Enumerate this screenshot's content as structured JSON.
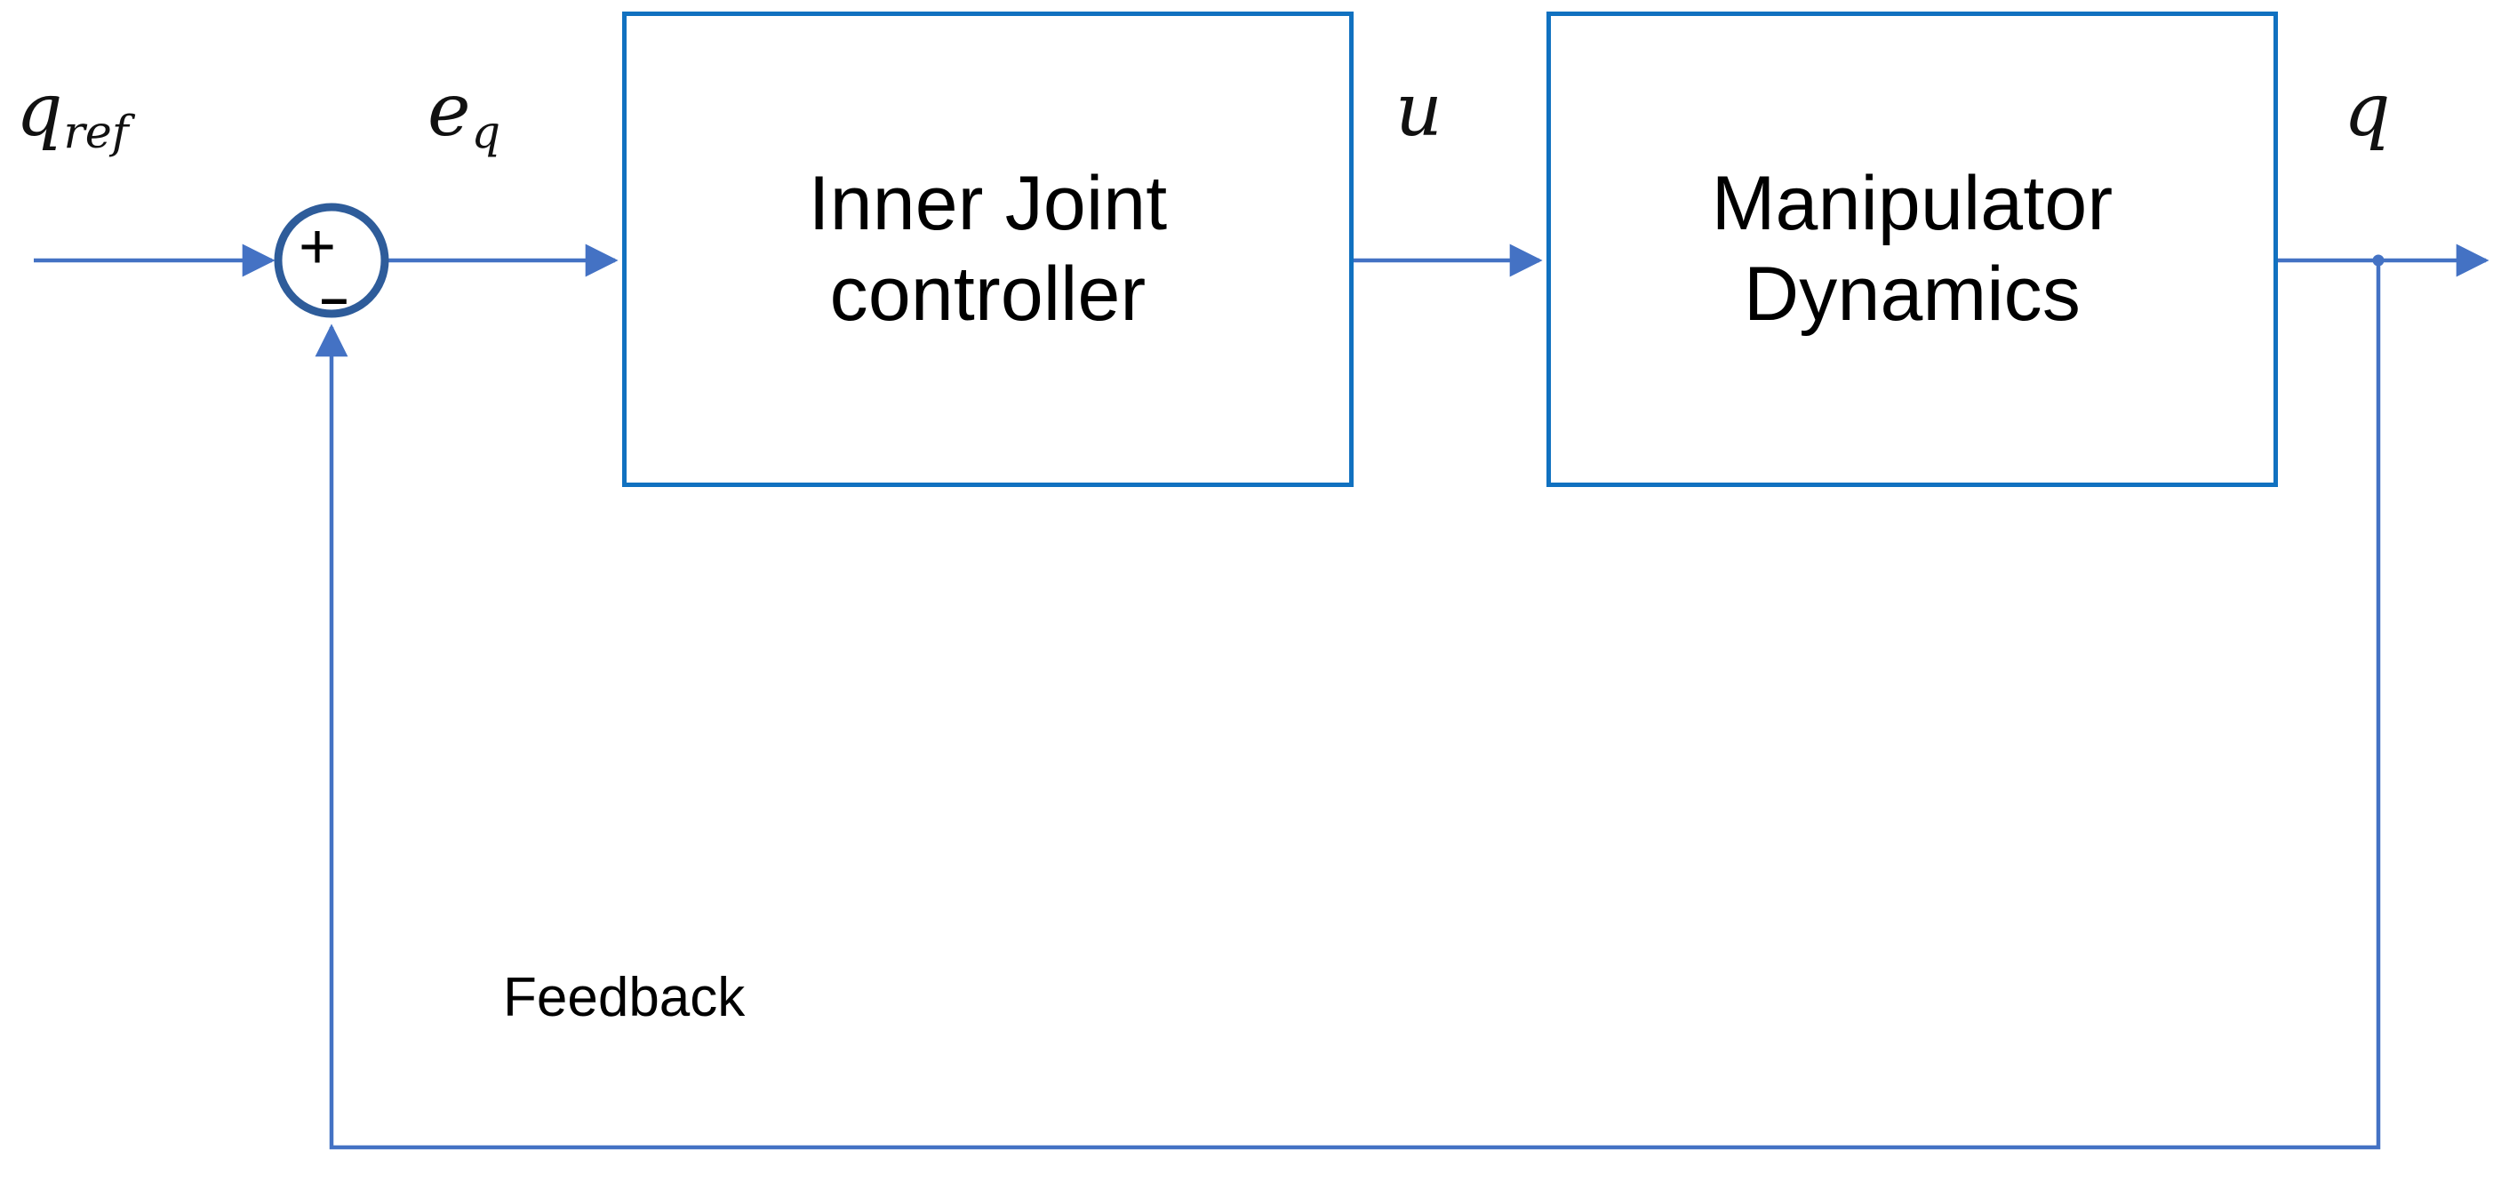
{
  "diagram": {
    "title": "Inner joint control loop block diagram",
    "colors": {
      "block_border": "#1171C0",
      "connector": "#4472C4",
      "sum_circle": "#2E5C9A",
      "text": "#000000",
      "background": "#ffffff"
    },
    "blocks": [
      {
        "id": "inner-joint-controller",
        "line1": "Inner Joint",
        "line2": "controller"
      },
      {
        "id": "manipulator-dynamics",
        "line1": "Manipulator",
        "line2": "Dynamics"
      }
    ],
    "summing_junction": {
      "plus_sign": "+",
      "minus_sign": "–",
      "plus_input": "q_ref",
      "minus_input": "feedback"
    },
    "signals": [
      {
        "id": "reference",
        "base": "q",
        "subscript": "ref"
      },
      {
        "id": "error",
        "base": "e",
        "subscript": "q"
      },
      {
        "id": "control",
        "base": "u",
        "subscript": ""
      },
      {
        "id": "output",
        "base": "q",
        "subscript": ""
      }
    ],
    "feedback_label": "Feedback"
  }
}
